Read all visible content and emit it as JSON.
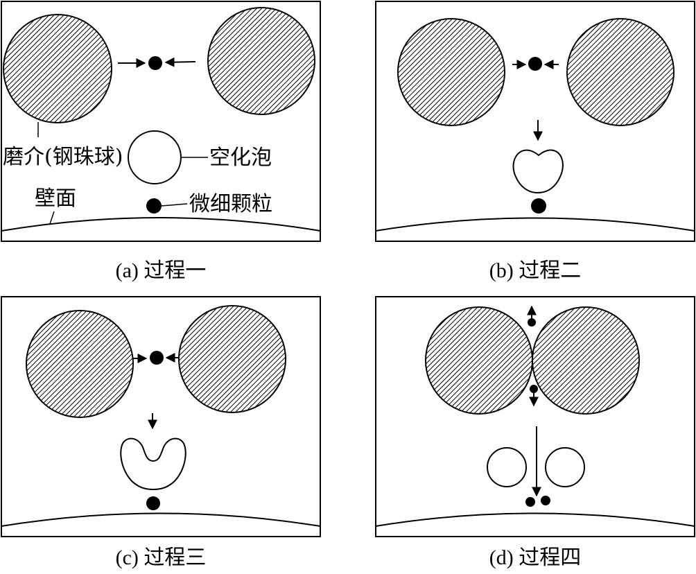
{
  "panels": {
    "a": {
      "caption": "(a) 过程一"
    },
    "b": {
      "caption": "(b) 过程二"
    },
    "c": {
      "caption": "(c) 过程三"
    },
    "d": {
      "caption": "(d) 过程四"
    }
  },
  "labels": {
    "media": "磨介(钢珠球)",
    "bubble": "空化泡",
    "wall": "壁面",
    "particle": "微细颗粒"
  },
  "colors": {
    "stroke": "#000000",
    "fill": "#ffffff",
    "hatch": "#000000"
  }
}
